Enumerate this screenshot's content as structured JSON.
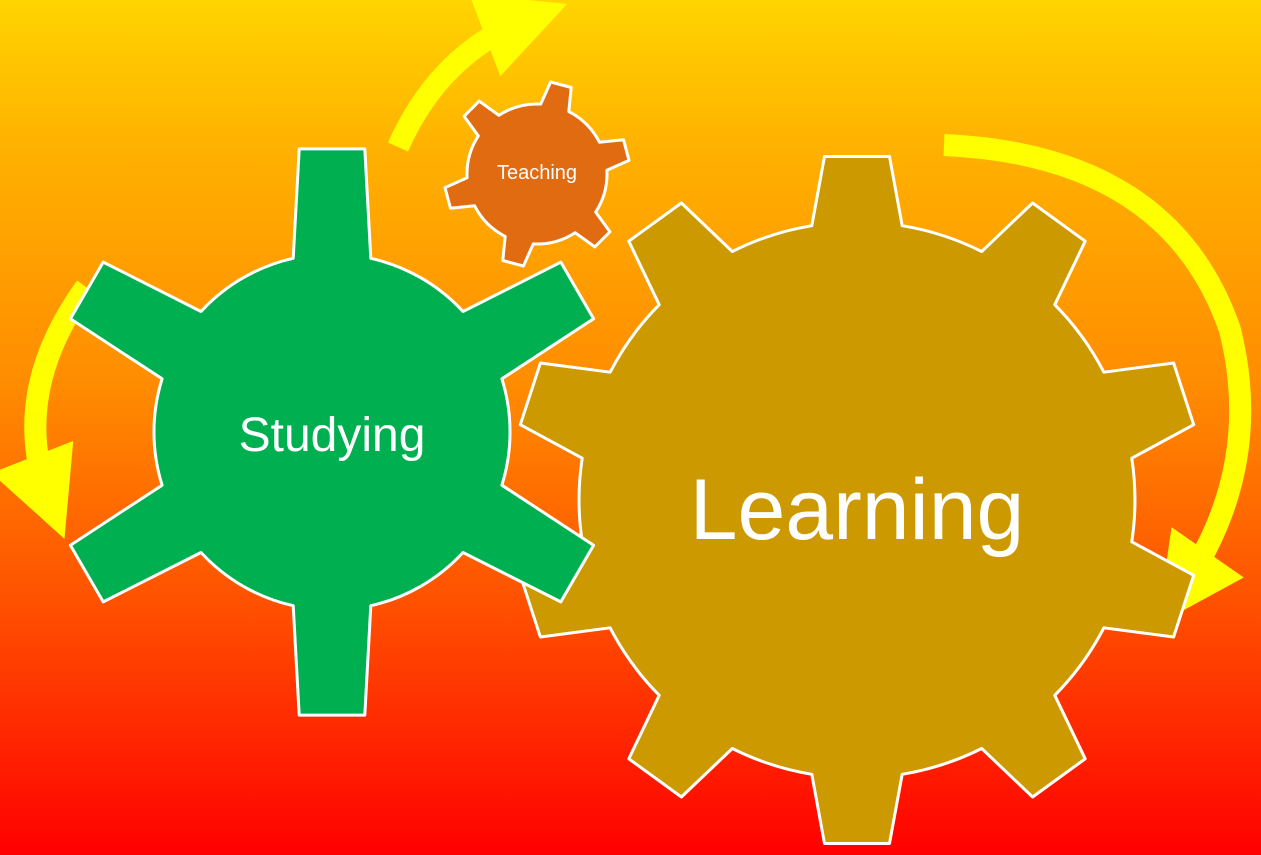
{
  "diagram": {
    "gears": [
      {
        "id": "teaching",
        "label": "Teaching",
        "color": "#e06b10"
      },
      {
        "id": "studying",
        "label": "Studying",
        "color": "#00b050"
      },
      {
        "id": "learning",
        "label": "Learning",
        "color": "#cc9900"
      }
    ],
    "outline_color": "#ffffff",
    "arrow_color": "#ffff00"
  }
}
